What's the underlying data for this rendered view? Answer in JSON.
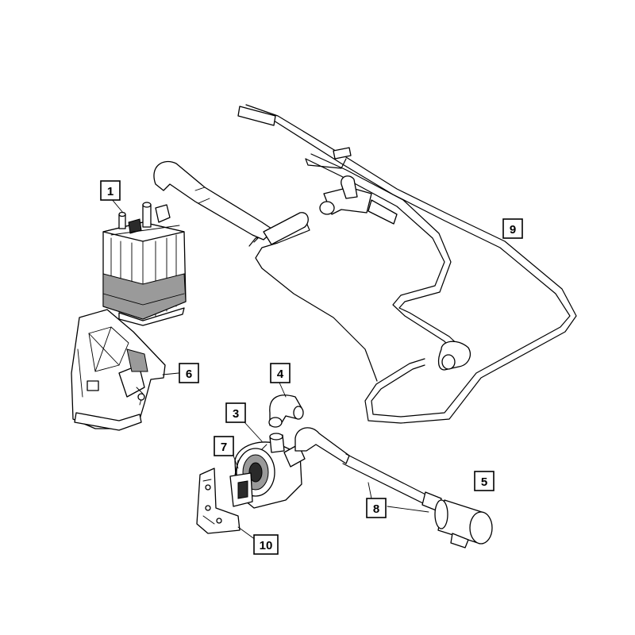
{
  "diagram": {
    "callouts": [
      {
        "id": "callout-1",
        "label": "1"
      },
      {
        "id": "callout-3",
        "label": "3"
      },
      {
        "id": "callout-4",
        "label": "4"
      },
      {
        "id": "callout-5",
        "label": "5"
      },
      {
        "id": "callout-6",
        "label": "6"
      },
      {
        "id": "callout-7",
        "label": "7"
      },
      {
        "id": "callout-8",
        "label": "8"
      },
      {
        "id": "callout-9",
        "label": "9"
      },
      {
        "id": "callout-10",
        "label": "10"
      }
    ]
  }
}
